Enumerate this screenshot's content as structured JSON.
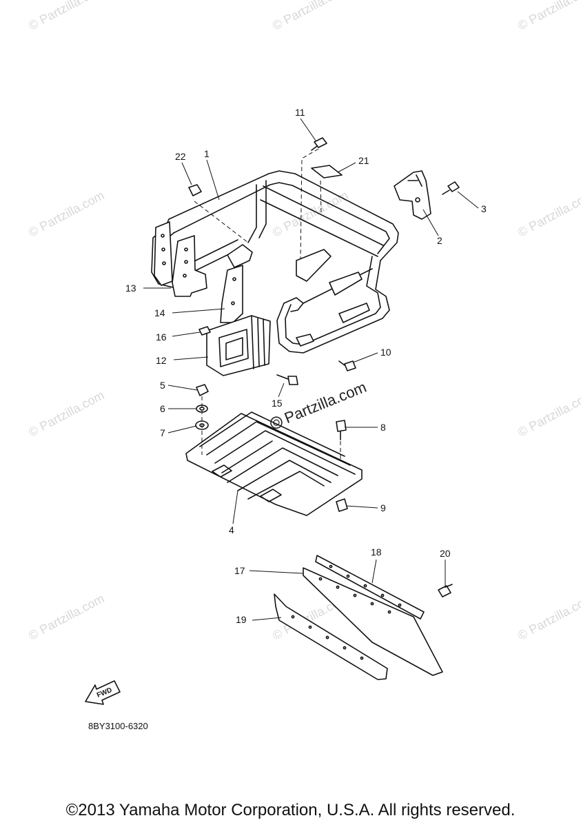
{
  "watermark_text": "© Partzilla.com",
  "center_watermark": "Partzilla.com",
  "fwd_label": "FWD",
  "reference_code": "8BY3100-6320",
  "copyright": "©2013 Yamaha Motor Corporation, U.S.A. All rights reserved.",
  "callouts": {
    "c1": "1",
    "c2": "2",
    "c3": "3",
    "c4": "4",
    "c5": "5",
    "c6": "6",
    "c7": "7",
    "c8": "8",
    "c9": "9",
    "c10": "10",
    "c11": "11",
    "c12": "12",
    "c13": "13",
    "c14": "14",
    "c15": "15",
    "c16": "16",
    "c17": "17",
    "c18": "18",
    "c19": "19",
    "c20": "20",
    "c21": "21",
    "c22": "22"
  }
}
